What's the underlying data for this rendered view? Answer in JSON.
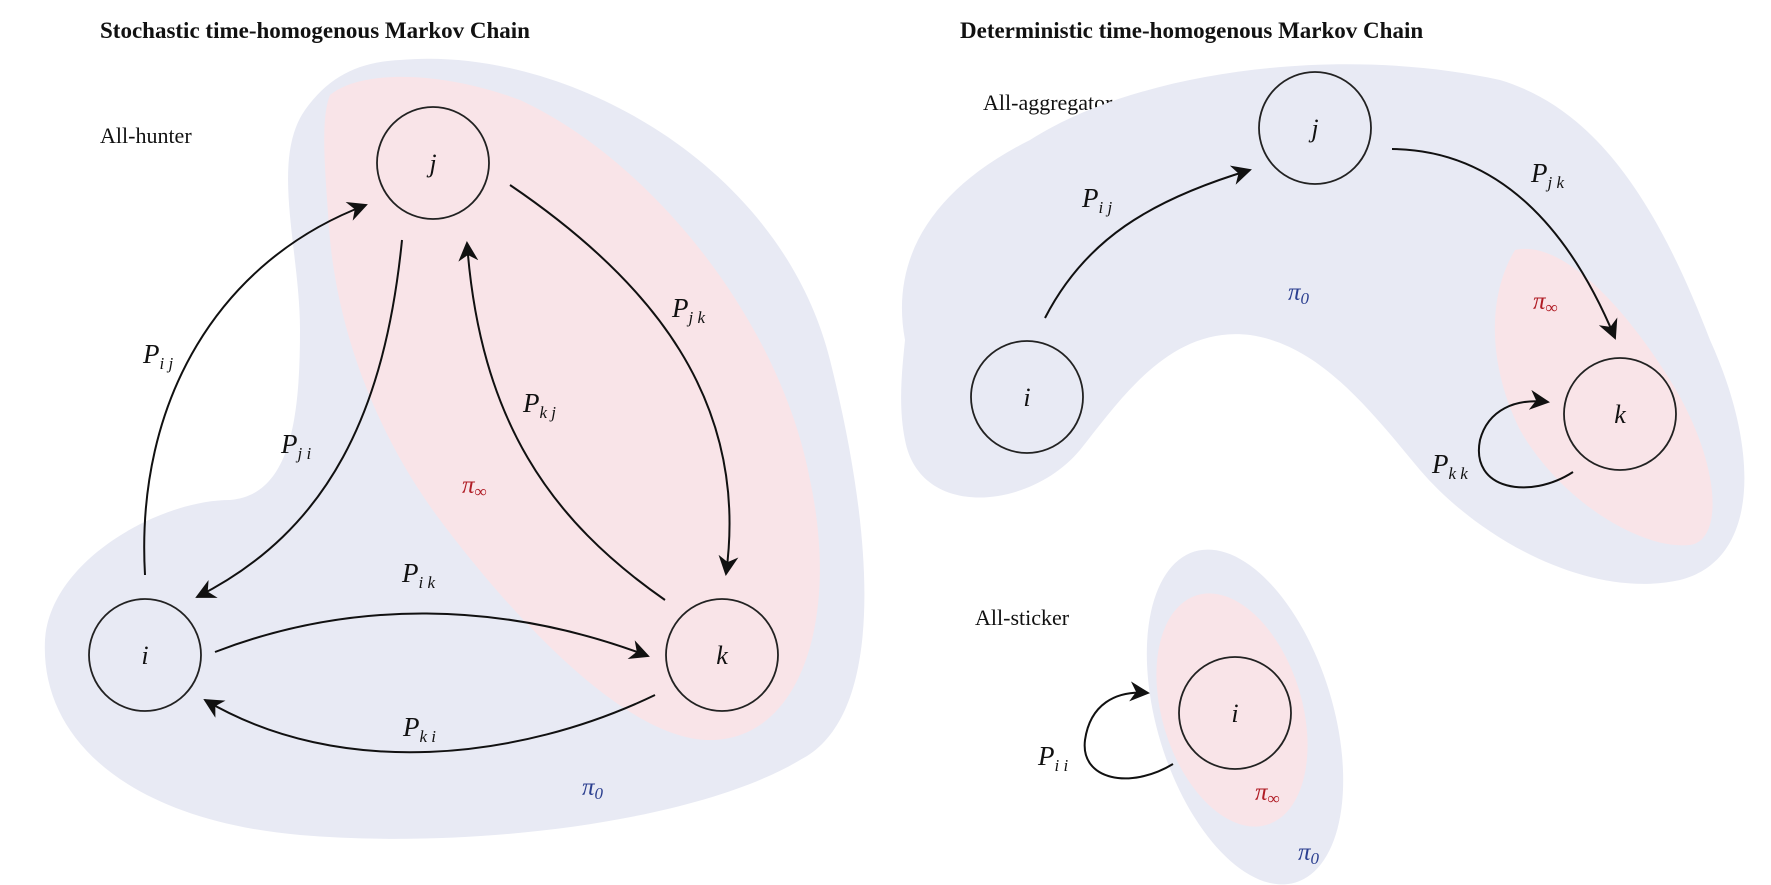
{
  "colors": {
    "pi0_region": "#e8eaf4",
    "piinf_region": "#f9e4e8",
    "pi0_text": "#2b3f8f",
    "piinf_text": "#b01c25",
    "edge": "#111111"
  },
  "stochastic": {
    "title": "Stochastic time-homogenous Markov Chain",
    "label": "All-hunter",
    "nodes": {
      "i": "i",
      "j": "j",
      "k": "k"
    },
    "edges": {
      "ij": {
        "p": "P",
        "sub": "i j"
      },
      "ji": {
        "p": "P",
        "sub": "j i"
      },
      "jk": {
        "p": "P",
        "sub": "j k"
      },
      "kj": {
        "p": "P",
        "sub": "k j"
      },
      "ik": {
        "p": "P",
        "sub": "i k"
      },
      "ki": {
        "p": "P",
        "sub": "k i"
      }
    },
    "pi0": {
      "sym": "π",
      "sub": "0"
    },
    "piinf": {
      "sym": "π",
      "sub": "∞"
    }
  },
  "deterministic": {
    "title": "Deterministic time-homogenous Markov Chain",
    "aggregator": {
      "label": "All-aggregator",
      "nodes": {
        "i": "i",
        "j": "j",
        "k": "k"
      },
      "edges": {
        "ij": {
          "p": "P",
          "sub": "i j"
        },
        "jk": {
          "p": "P",
          "sub": "j k"
        },
        "kk": {
          "p": "P",
          "sub": "k k"
        }
      },
      "pi0": {
        "sym": "π",
        "sub": "0"
      },
      "piinf": {
        "sym": "π",
        "sub": "∞"
      }
    },
    "sticker": {
      "label": "All-sticker",
      "nodes": {
        "i": "i"
      },
      "edges": {
        "ii": {
          "p": "P",
          "sub": "i i"
        }
      },
      "pi0": {
        "sym": "π",
        "sub": "0"
      },
      "piinf": {
        "sym": "π",
        "sub": "∞"
      }
    }
  }
}
